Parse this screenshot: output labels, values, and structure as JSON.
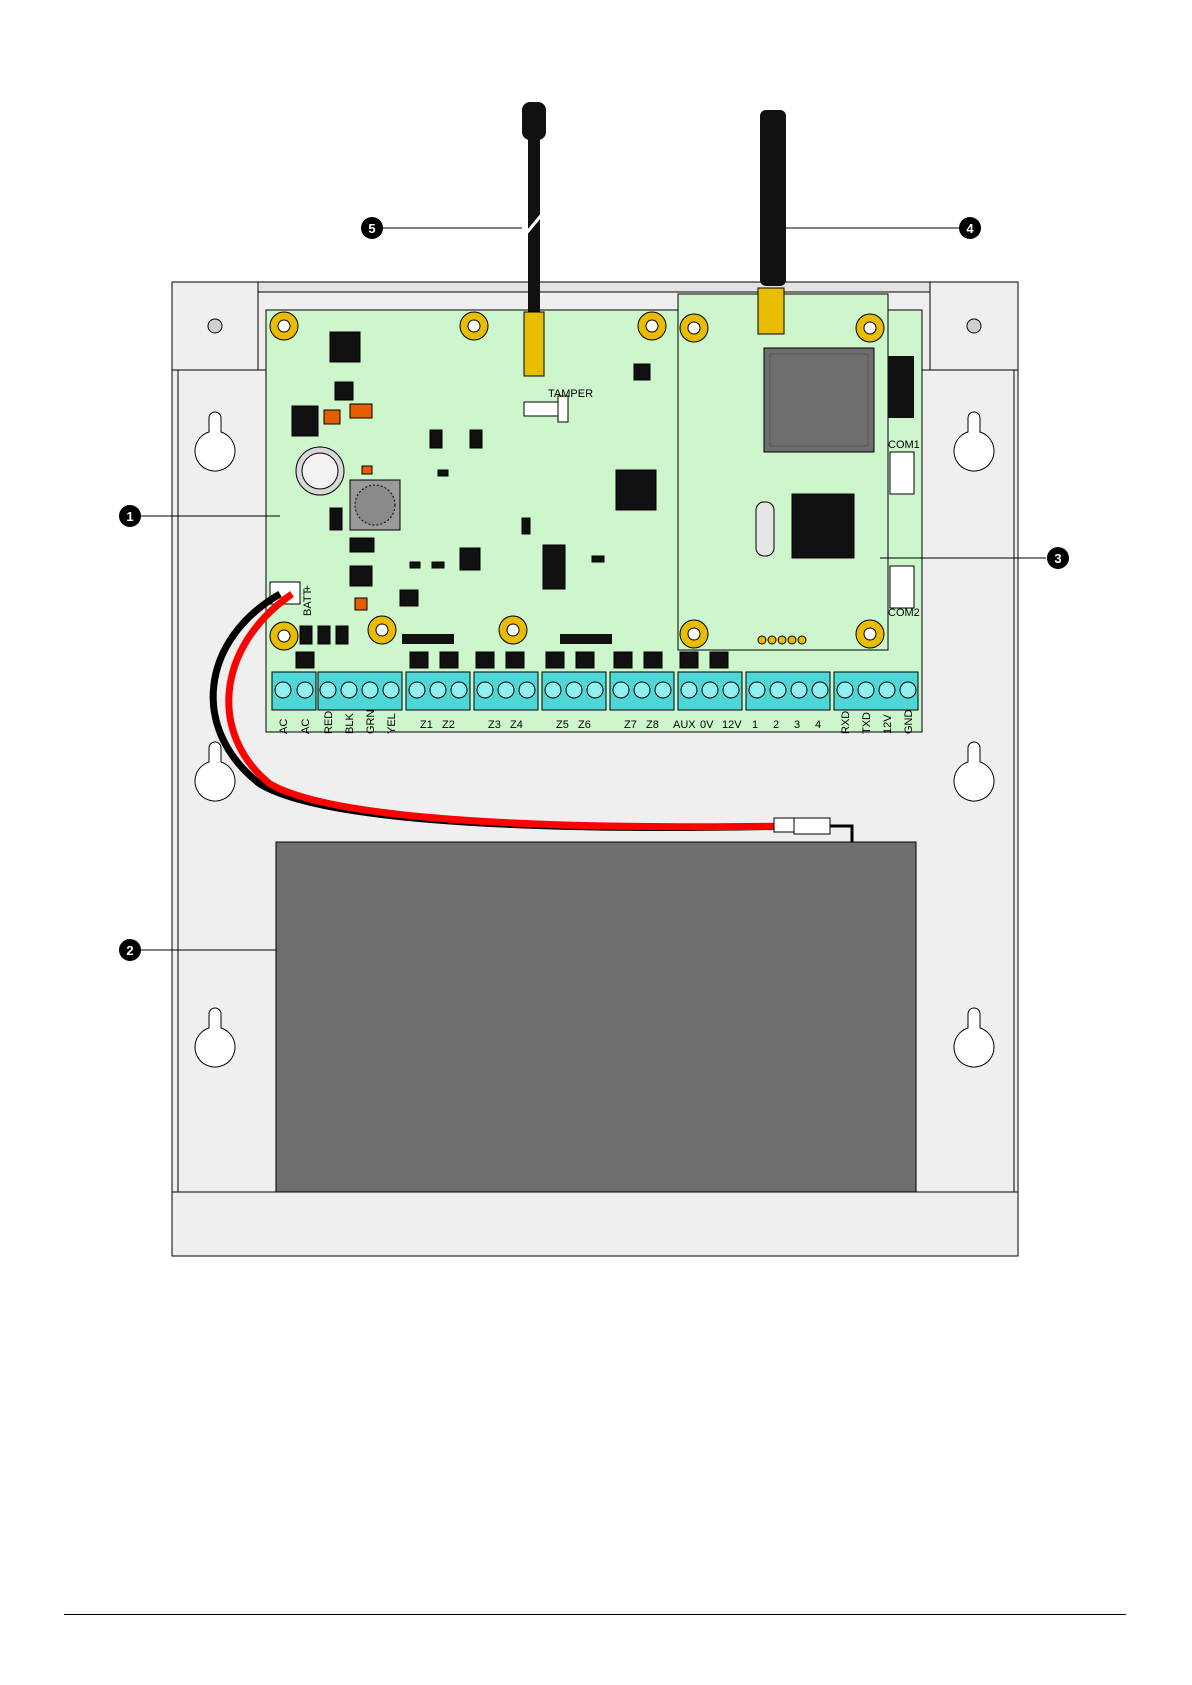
{
  "callouts": [
    {
      "id": "callout-1",
      "number": "1"
    },
    {
      "id": "callout-2",
      "number": "2"
    },
    {
      "id": "callout-3",
      "number": "3"
    },
    {
      "id": "callout-4",
      "number": "4"
    },
    {
      "id": "callout-5",
      "number": "5"
    }
  ],
  "board_labels": {
    "tamper": "TAMPER",
    "batt": "BATT",
    "batt_plus": "+",
    "com1": "COM1",
    "com2": "COM2"
  },
  "terminals_vertical": [
    "AC",
    "AC",
    "RED",
    "BLK",
    "GRN",
    "YEL"
  ],
  "zone_groups": [
    "Z1",
    "Z2",
    "Z3",
    "Z4",
    "Z5",
    "Z6",
    "Z7",
    "Z8"
  ],
  "power_terminals": [
    "AUX",
    "0V",
    "12V"
  ],
  "output_terminals": [
    "1",
    "2",
    "3",
    "4"
  ],
  "comm_terminals": [
    "RXD",
    "TXD",
    "12V",
    "GND"
  ],
  "colors": {
    "pcb": "#cdf6cd",
    "terminal": "#4fd6d6",
    "battery": "#6e6e6e",
    "enclosure": "#efefef",
    "wire_red": "#ff0000",
    "wire_black": "#000000",
    "mount_hole": "#e8bc00"
  }
}
